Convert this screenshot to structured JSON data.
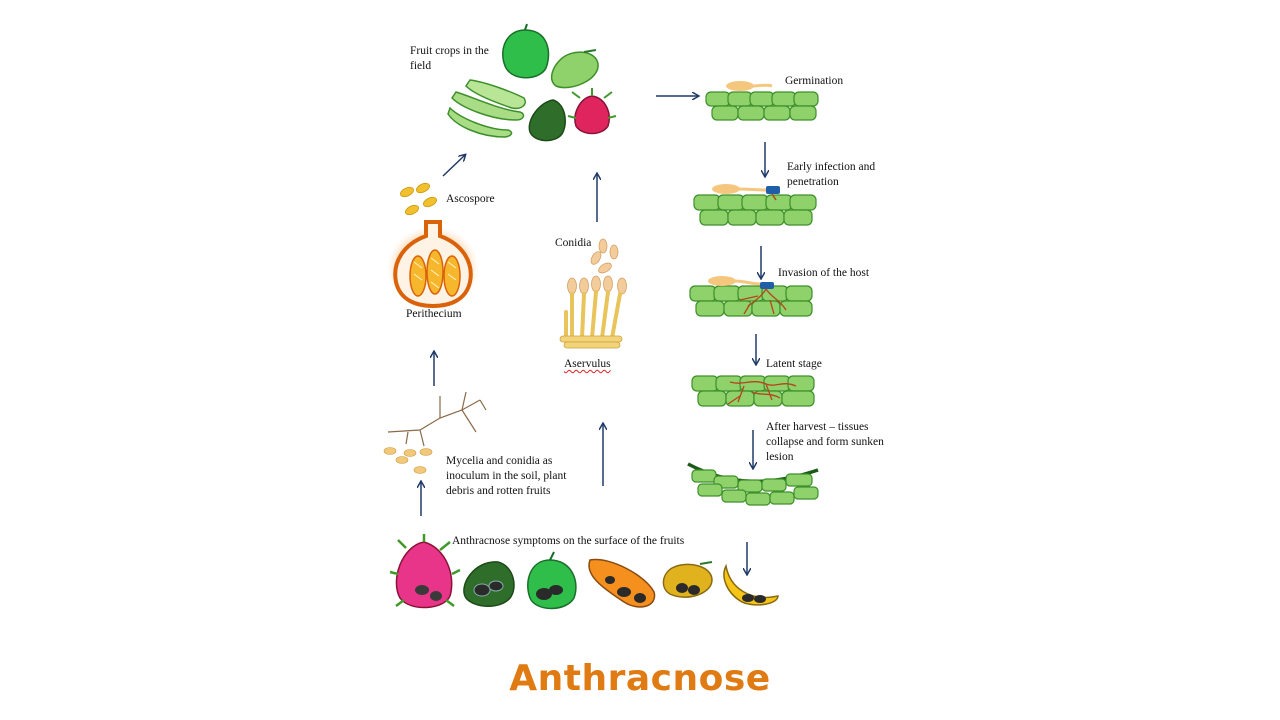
{
  "title": "Anthracnose",
  "labels": {
    "fruit_crops": "Fruit crops in the\nfield",
    "germination": "Germination",
    "early_infection": "Early infection and\npenetration",
    "invasion": "Invasion of the host",
    "latent": "Latent stage",
    "after_harvest": "After harvest – tissues\ncollapse and form sunken\nlesion",
    "ascospore": "Ascospore",
    "perithecium": "Perithecium",
    "conidia": "Conidia",
    "acervulus": "Aservulus",
    "mycelia": "Mycelia and conidia as\ninoculum in the soil, plant\ndebris and rotten fruits",
    "symptoms": "Anthracnose symptoms on the surface of the fruits"
  },
  "colors": {
    "title": "#e07a12",
    "arrow": "#1f3a68",
    "cell_fill": "#8fd16a",
    "cell_stroke": "#3d8f2a",
    "spore": "#f5c77e",
    "hyphae": "#b5451b",
    "perithecium": "#d9620a",
    "acervulus": "#f3d37a"
  }
}
